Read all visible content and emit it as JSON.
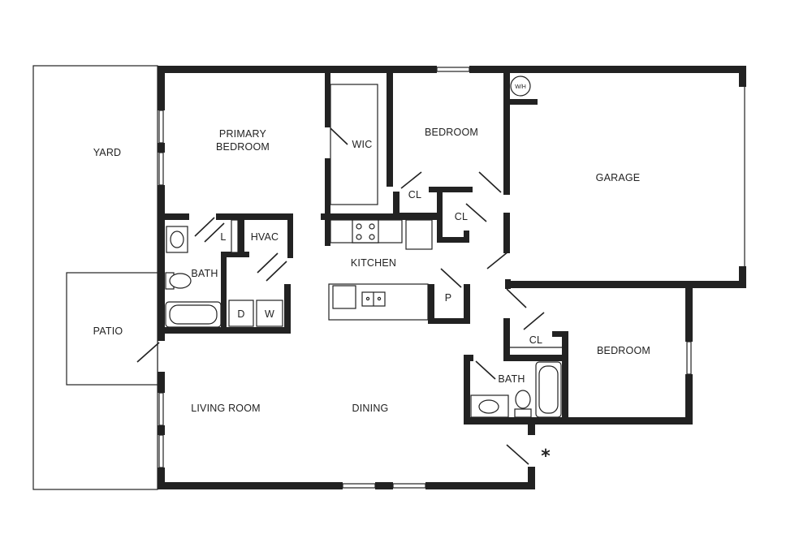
{
  "rooms": {
    "yard": "YARD",
    "primary_bedroom_line1": "PRIMARY",
    "primary_bedroom_line2": "BEDROOM",
    "wic": "WIC",
    "bedroom_north": "BEDROOM",
    "garage": "GARAGE",
    "closet_1": "CL",
    "closet_2": "CL",
    "closet_3": "CL",
    "linen": "L",
    "hvac": "HVAC",
    "kitchen": "KITCHEN",
    "bath_primary": "BATH",
    "dryer": "D",
    "washer": "W",
    "pantry": "P",
    "patio": "PATIO",
    "bedroom_east": "BEDROOM",
    "bath_secondary": "BATH",
    "living_room": "LIVING ROOM",
    "dining": "Dining",
    "water_heater": "W/H",
    "entry_marker": "*"
  }
}
